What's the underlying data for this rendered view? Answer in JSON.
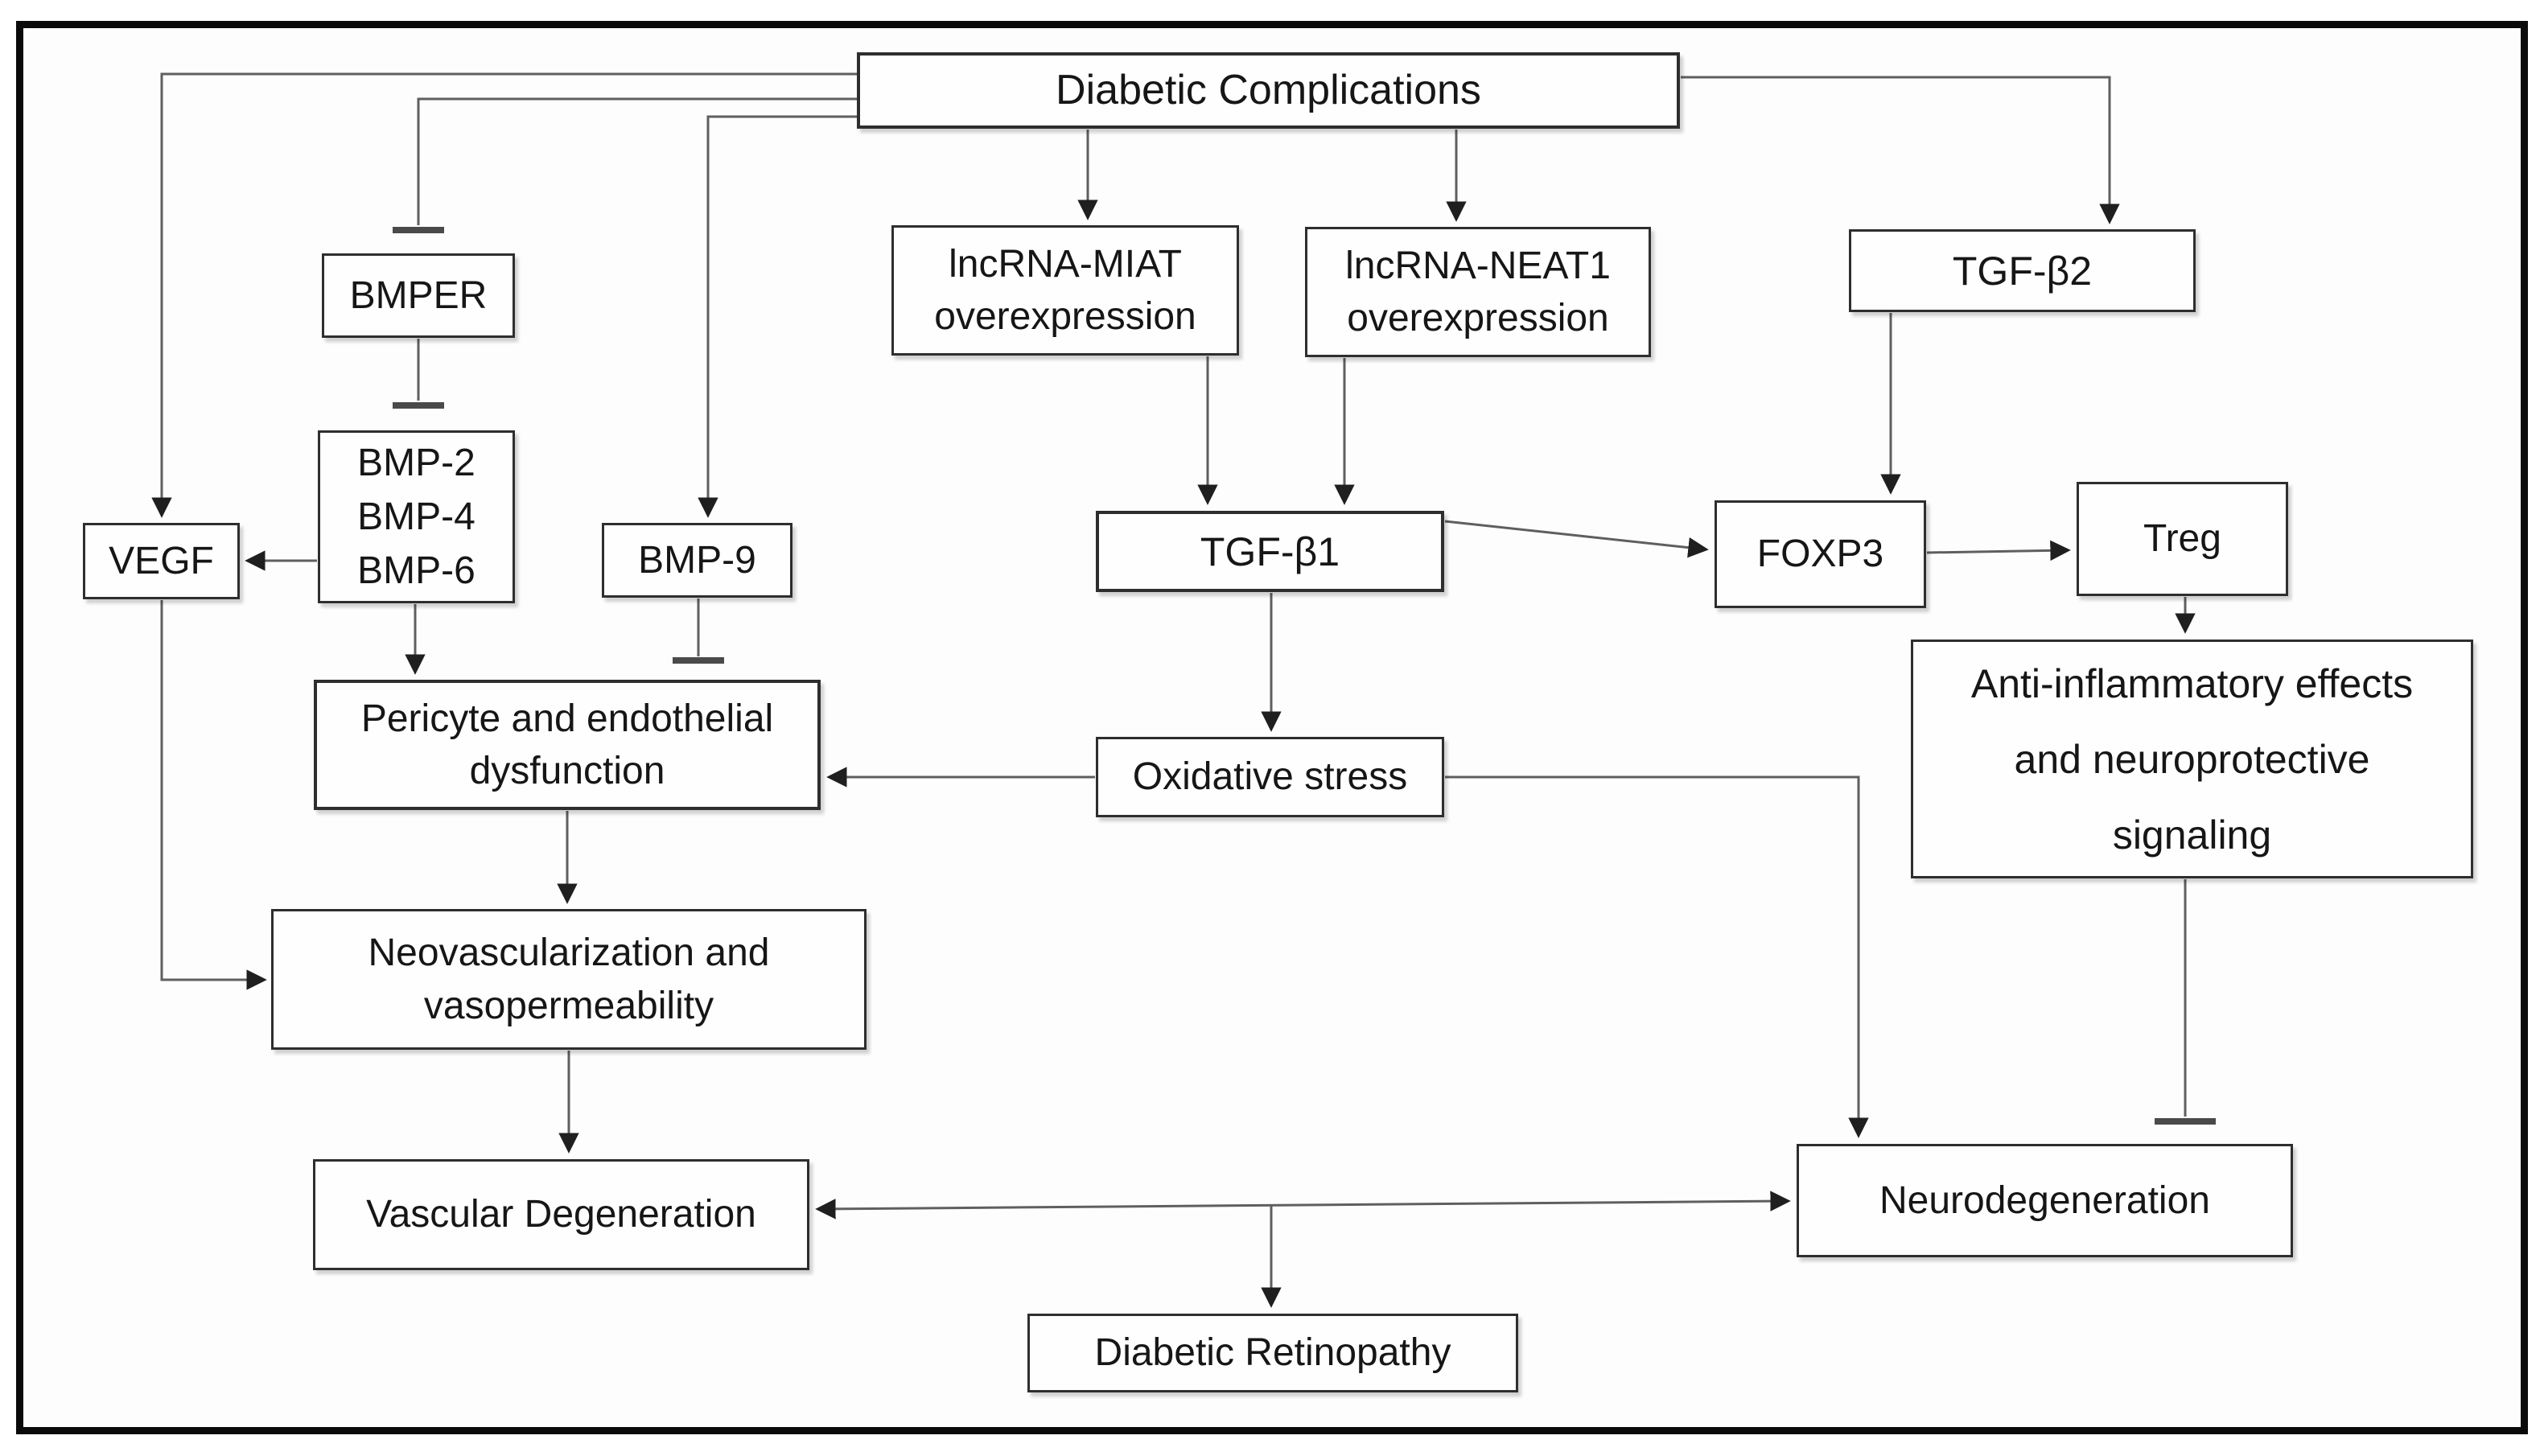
{
  "figure": {
    "type": "flowchart",
    "background_color": "#ffffff",
    "frame_color": "#0a0a0a",
    "box_fill_color": "#fefefe",
    "box_border_color": "#2e2e2e",
    "connector_color": "#5f5f5f",
    "arrowhead_color": "#1f1f1f",
    "text_color": "#161616"
  },
  "nodes": {
    "dc": {
      "label": "Diabetic Complications"
    },
    "bmper": {
      "label": "BMPER"
    },
    "bmp246": {
      "lines": [
        "BMP-2",
        "BMP-4",
        "BMP-6"
      ]
    },
    "vegf": {
      "label": "VEGF"
    },
    "bmp9": {
      "label": "BMP-9"
    },
    "miat": {
      "lines": [
        "lncRNA-MIAT",
        "overexpression"
      ]
    },
    "neat1": {
      "lines": [
        "lncRNA-NEAT1",
        "overexpression"
      ]
    },
    "tgfb2": {
      "label": "TGF-β2"
    },
    "tgfb1": {
      "label": "TGF-β1"
    },
    "foxp3": {
      "label": "FOXP3"
    },
    "treg": {
      "label": "Treg"
    },
    "anti": {
      "lines": [
        "Anti-inflammatory effects",
        "and neuroprotective",
        "signaling"
      ]
    },
    "pericyte": {
      "lines": [
        "Pericyte and endothelial",
        "dysfunction"
      ]
    },
    "oxstress": {
      "label": "Oxidative stress"
    },
    "neo": {
      "lines": [
        "Neovascularization and",
        "vasopermeability"
      ]
    },
    "vd": {
      "label": "Vascular Degeneration"
    },
    "nd": {
      "label": "Neurodegeneration"
    },
    "dr": {
      "label": "Diabetic Retinopathy"
    }
  },
  "edges": [
    {
      "from": "Diabetic Complications",
      "to": "VEGF",
      "type": "arrow"
    },
    {
      "from": "Diabetic Complications",
      "to": "BMPER",
      "type": "inhibition"
    },
    {
      "from": "Diabetic Complications",
      "to": "BMP-9",
      "type": "arrow"
    },
    {
      "from": "Diabetic Complications",
      "to": "lncRNA-MIAT overexpression",
      "type": "arrow"
    },
    {
      "from": "Diabetic Complications",
      "to": "lncRNA-NEAT1 overexpression",
      "type": "arrow"
    },
    {
      "from": "Diabetic Complications",
      "to": "TGF-β2",
      "type": "arrow"
    },
    {
      "from": "BMPER",
      "to": "BMP-2 BMP-4 BMP-6",
      "type": "inhibition"
    },
    {
      "from": "BMP-2 BMP-4 BMP-6",
      "to": "VEGF",
      "type": "arrow"
    },
    {
      "from": "BMP-2 BMP-4 BMP-6",
      "to": "Pericyte and endothelial dysfunction",
      "type": "arrow"
    },
    {
      "from": "BMP-9",
      "to": "Pericyte and endothelial dysfunction",
      "type": "inhibition"
    },
    {
      "from": "VEGF",
      "to": "Neovascularization and vasopermeability",
      "type": "arrow"
    },
    {
      "from": "Pericyte and endothelial dysfunction",
      "to": "Neovascularization and vasopermeability",
      "type": "arrow"
    },
    {
      "from": "Neovascularization and vasopermeability",
      "to": "Vascular Degeneration",
      "type": "arrow"
    },
    {
      "from": "lncRNA-MIAT overexpression",
      "to": "TGF-β1",
      "type": "arrow"
    },
    {
      "from": "lncRNA-NEAT1 overexpression",
      "to": "TGF-β1",
      "type": "arrow"
    },
    {
      "from": "TGF-β1",
      "to": "FOXP3",
      "type": "arrow"
    },
    {
      "from": "TGF-β1",
      "to": "Oxidative stress",
      "type": "arrow"
    },
    {
      "from": "TGF-β2",
      "to": "FOXP3",
      "type": "arrow"
    },
    {
      "from": "FOXP3",
      "to": "Treg",
      "type": "arrow"
    },
    {
      "from": "Treg",
      "to": "Anti-inflammatory effects and neuroprotective signaling",
      "type": "arrow"
    },
    {
      "from": "Anti-inflammatory effects and neuroprotective signaling",
      "to": "Neurodegeneration",
      "type": "inhibition"
    },
    {
      "from": "Oxidative stress",
      "to": "Pericyte and endothelial dysfunction",
      "type": "arrow"
    },
    {
      "from": "Oxidative stress",
      "to": "Neurodegeneration",
      "type": "arrow"
    },
    {
      "from": "Vascular Degeneration",
      "to": "Neurodegeneration",
      "type": "double-arrow"
    },
    {
      "from": "Vascular Degeneration–Neurodegeneration link",
      "to": "Diabetic Retinopathy",
      "type": "arrow"
    }
  ]
}
